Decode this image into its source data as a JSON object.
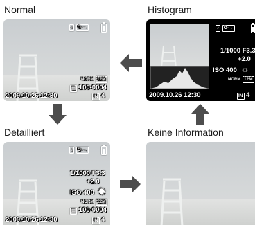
{
  "titles": {
    "normal": "Normal",
    "histogram": "Histogram",
    "detailliert": "Detailliert",
    "keine_information": "Keine Information"
  },
  "osd": {
    "datetime": "2009.10.26  12:30",
    "file_number": "100-0004",
    "shot_count": "4",
    "memory": "IN",
    "shutter_aperture": "1/1000  F3.3",
    "exposure_comp": "+2.0",
    "iso": "ISO 400",
    "norm": "NORM",
    "image_size": "12M",
    "protect_icons": "[♪] [O-→]"
  },
  "icons": {
    "battery": "battery-icon",
    "white_balance": "sun-icon",
    "arrows": "arrow-icon"
  },
  "colors": {
    "arrow": "#4d4d4d",
    "osd_text": "#ffffff",
    "histogram_bg": "#000000"
  }
}
